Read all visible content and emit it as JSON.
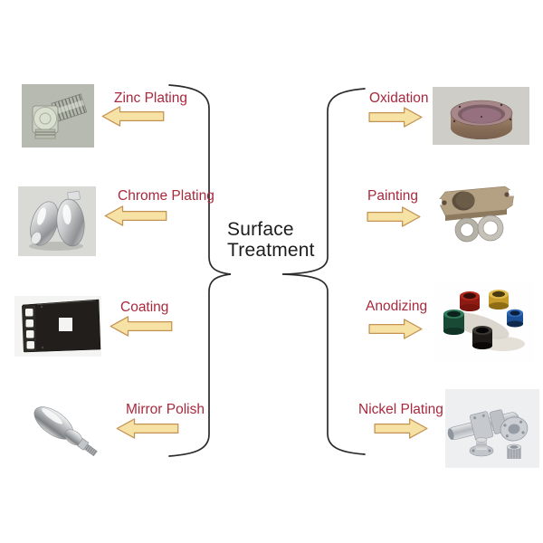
{
  "diagram_title": {
    "line1": "Surface",
    "line2": "Treatment"
  },
  "colors": {
    "label_text": "#a8293d",
    "title_text": "#1d1d1d",
    "arrow_fill": "#f6e2a4",
    "arrow_stroke": "#c49253",
    "brace_stroke": "#2b2b2b"
  },
  "left_items": [
    {
      "label": "Zinc Plating",
      "photo": "zinc-plated-elbow-fitting",
      "arrow": "left-arrow-icon"
    },
    {
      "label": "Chrome Plating",
      "photo": "chrome-plated-polished-parts",
      "arrow": "left-arrow-icon"
    },
    {
      "label": "Coating",
      "photo": "black-coated-bracket-plate",
      "arrow": "left-arrow-icon"
    },
    {
      "label": "Mirror Polish",
      "photo": "mirror-polished-steel-handle",
      "arrow": "left-arrow-icon"
    }
  ],
  "right_items": [
    {
      "label": "Oxidation",
      "photo": "oxidized-round-machined-cup",
      "arrow": "right-arrow-icon"
    },
    {
      "label": "Painting",
      "photo": "painted-clamp-with-two-rings",
      "arrow": "right-arrow-icon"
    },
    {
      "label": "Anodizing",
      "photo": "anodized-colored-rings",
      "arrow": "right-arrow-icon"
    },
    {
      "label": "Nickel Plating",
      "photo": "nickel-plated-shaft-and-flanges",
      "arrow": "right-arrow-icon"
    }
  ]
}
